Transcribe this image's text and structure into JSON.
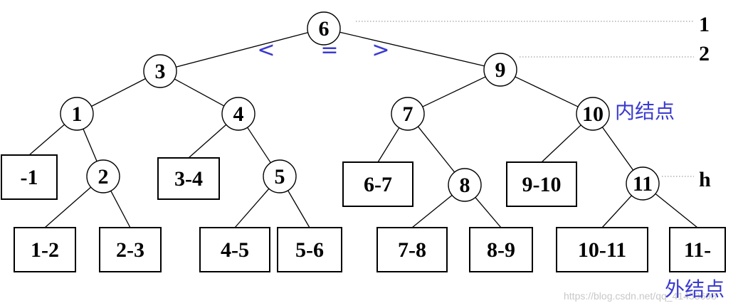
{
  "internal_nodes": [
    {
      "id": "n6",
      "label": "6"
    },
    {
      "id": "n3",
      "label": "3"
    },
    {
      "id": "n9",
      "label": "9"
    },
    {
      "id": "n1",
      "label": "1"
    },
    {
      "id": "n4",
      "label": "4"
    },
    {
      "id": "n7",
      "label": "7"
    },
    {
      "id": "n10",
      "label": "10"
    },
    {
      "id": "n2",
      "label": "2"
    },
    {
      "id": "n5",
      "label": "5"
    },
    {
      "id": "n8",
      "label": "8"
    },
    {
      "id": "n11",
      "label": "11"
    }
  ],
  "external_nodes": [
    {
      "id": "e_m1",
      "label": "-1"
    },
    {
      "id": "e_3_4",
      "label": "3-4"
    },
    {
      "id": "e_6_7",
      "label": "6-7"
    },
    {
      "id": "e_9_10",
      "label": "9-10"
    },
    {
      "id": "e_1_2",
      "label": "1-2"
    },
    {
      "id": "e_2_3",
      "label": "2-3"
    },
    {
      "id": "e_4_5",
      "label": "4-5"
    },
    {
      "id": "e_5_6",
      "label": "5-6"
    },
    {
      "id": "e_7_8",
      "label": "7-8"
    },
    {
      "id": "e_8_9",
      "label": "8-9"
    },
    {
      "id": "e_10_11",
      "label": "10-11"
    },
    {
      "id": "e_11",
      "label": "11-"
    }
  ],
  "edges": [
    [
      "n6",
      "n3"
    ],
    [
      "n6",
      "n9"
    ],
    [
      "n3",
      "n1"
    ],
    [
      "n3",
      "n4"
    ],
    [
      "n9",
      "n7"
    ],
    [
      "n9",
      "n10"
    ],
    [
      "n1",
      "e_m1"
    ],
    [
      "n1",
      "n2"
    ],
    [
      "n2",
      "e_1_2"
    ],
    [
      "n2",
      "e_2_3"
    ],
    [
      "n4",
      "e_3_4"
    ],
    [
      "n4",
      "n5"
    ],
    [
      "n5",
      "e_4_5"
    ],
    [
      "n5",
      "e_5_6"
    ],
    [
      "n7",
      "e_6_7"
    ],
    [
      "n7",
      "n8"
    ],
    [
      "n8",
      "e_7_8"
    ],
    [
      "n8",
      "e_8_9"
    ],
    [
      "n10",
      "e_9_10"
    ],
    [
      "n10",
      "n11"
    ],
    [
      "n11",
      "e_10_11"
    ],
    [
      "n11",
      "e_11"
    ]
  ],
  "level_labels": {
    "level_1": "1",
    "level_2": "2",
    "level_h": "h"
  },
  "comparison": {
    "less": "<",
    "equal": "=",
    "greater": ">"
  },
  "annotations": {
    "internal_node": "内结点",
    "external_node": "外结点"
  },
  "watermark": "https://blog.csdn.net/qq_41453698"
}
